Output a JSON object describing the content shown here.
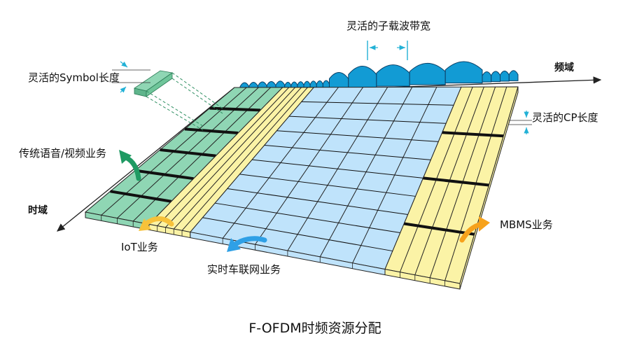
{
  "caption": "F-OFDM时频资源分配",
  "axes": {
    "frequency": "频域",
    "time": "时域"
  },
  "annotations": {
    "flexible_subcarrier_bandwidth": "灵活的子载波带宽",
    "flexible_symbol_length": "灵活的Symbol长度",
    "flexible_cp_length": "灵活的CP长度"
  },
  "services": {
    "voice_video": "传统语音/视频业务",
    "iot": "IoT业务",
    "vehicle": "实时车联网业务",
    "mbms": "MBMS业务"
  },
  "colors": {
    "voice_video_region": "#8fd6b4",
    "iot_region": "#fbf3a6",
    "vehicle_region": "#bfe3fb",
    "mbms_region": "#fbf3a6",
    "subcarrier_spectrum": "#129bd4",
    "arrow_green": "#1f9a63",
    "arrow_orange": "#f7a21b",
    "arrow_blue": "#2fa0e6",
    "measure_cyan": "#22b1d6"
  }
}
